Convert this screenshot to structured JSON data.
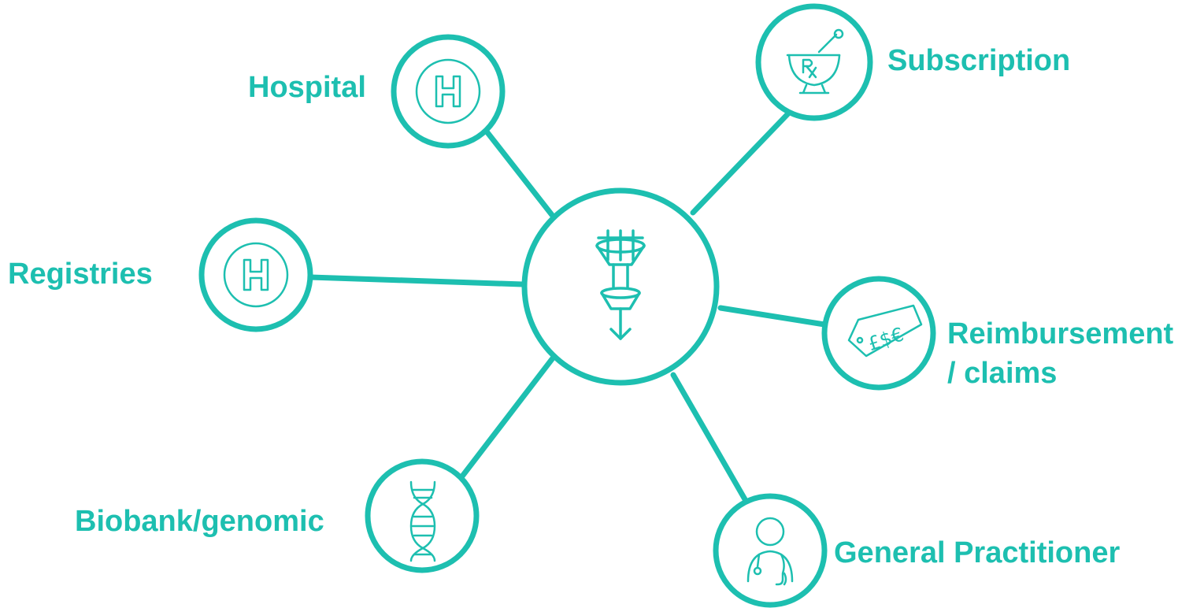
{
  "colors": {
    "accent": "#1dbfb0",
    "background": "#ffffff"
  },
  "hub": {
    "icon": "funnel-filter-icon"
  },
  "nodes": {
    "hospital": {
      "label": "Hospital",
      "icon": "hospital-h-icon"
    },
    "subscription": {
      "label": "Subscription",
      "icon": "mortar-pestle-rx-icon"
    },
    "registries": {
      "label": "Registries",
      "icon": "hospital-h-icon"
    },
    "reimbursement": {
      "label_line1": "Reimbursement",
      "label_line2": "/ claims",
      "icon": "price-tag-currency-icon"
    },
    "biobank": {
      "label": "Biobank/genomic",
      "icon": "dna-icon"
    },
    "gp": {
      "label": "General Practitioner",
      "icon": "doctor-stethoscope-icon"
    }
  }
}
